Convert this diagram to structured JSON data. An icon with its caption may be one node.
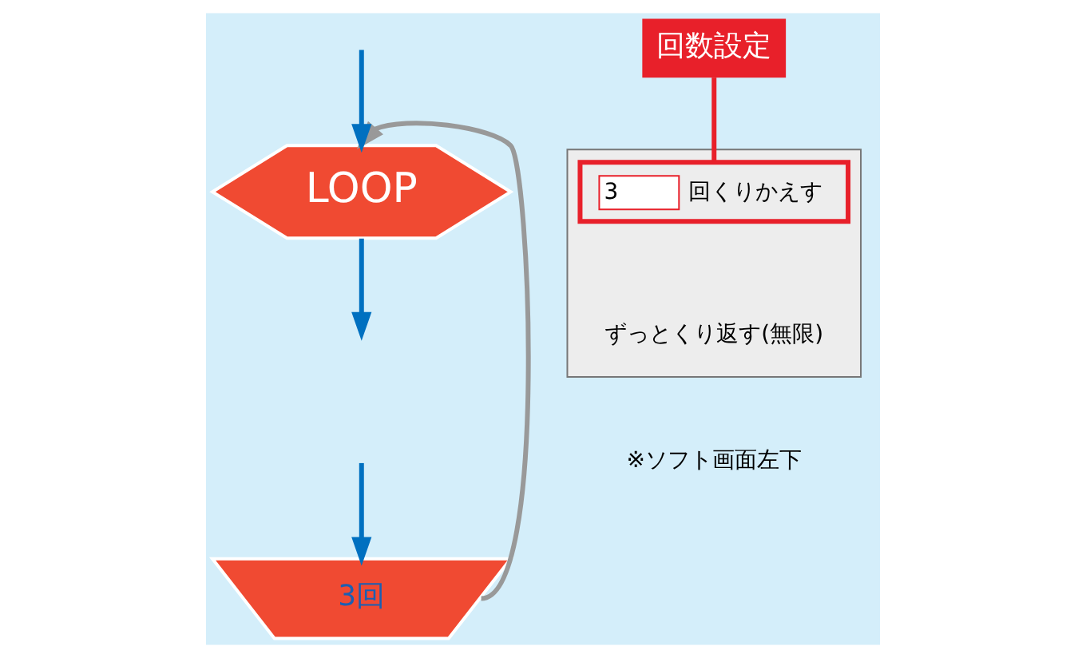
{
  "diagram": {
    "nodes": [
      {
        "text": [
          "LOOP"
        ]
      },
      {
        "text": [
          "3回"
        ]
      },
      {
        "text": [
          "回数設定"
        ]
      },
      {
        "text": [],
        "shape": "box"
      },
      {
        "text": [
          "3",
          "回くりかえす"
        ],
        "in": 3
      },
      {
        "text": [
          "ずっとくり返す(無限)"
        ],
        "in": 3
      }
    ],
    "edges": [
      {
        "from": null,
        "to": 0,
        "arrow": "to"
      },
      {
        "from": 0,
        "to": null,
        "arrow": "to"
      },
      {
        "from": null,
        "to": 1,
        "arrow": "to"
      },
      {
        "from": 1,
        "to": 0,
        "arrow": "to",
        "color": "#999999"
      },
      {
        "from": 2,
        "to": 4,
        "arrow": "none",
        "color": "#e8202a"
      }
    ],
    "labels": [
      "※ソフト画面左下"
    ]
  }
}
